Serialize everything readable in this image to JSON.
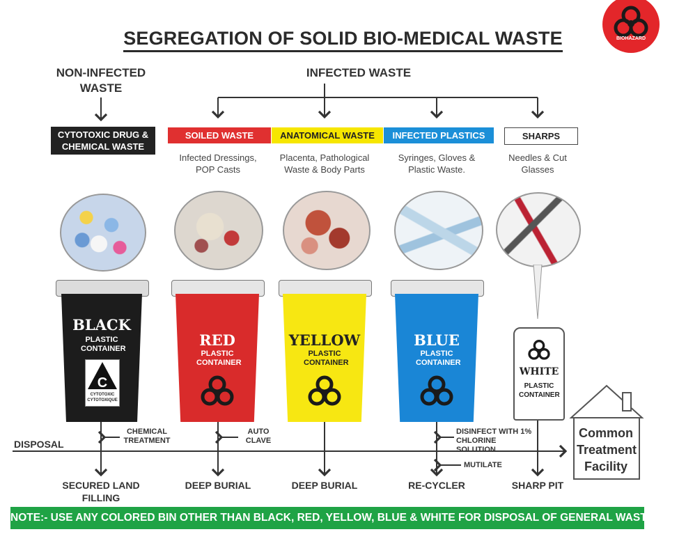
{
  "title": "SEGREGATION OF SOLID BIO-MEDICAL WASTE",
  "biohazard_badge": "BIOHAZARD",
  "non_infected_header": "NON-INFECTED WASTE",
  "infected_header": "INFECTED WASTE",
  "categories": [
    {
      "label": "CYTOTOXIC DRUG & CHEMICAL WASTE",
      "label_bg": "#222222",
      "label_fg": "#ffffff",
      "description": "",
      "bin_color": "BLACK",
      "bin_sub": "PLASTIC CONTAINER",
      "bin_fill": "#1c1c1c",
      "bin_text": "#ffffff",
      "image": "pills-image",
      "symbol_text": "C",
      "symbol_caption": "CYTOTOXIC CYTOTOXIQUE",
      "treatment": "CHEMICAL TREATMENT",
      "destination": "SECURED LAND FILLING"
    },
    {
      "label": "SOILED WASTE",
      "label_bg": "#e03030",
      "label_fg": "#ffffff",
      "description": "Infected Dressings, POP Casts",
      "bin_color": "RED",
      "bin_sub": "PLASTIC CONTAINER",
      "bin_fill": "#d92b2b",
      "bin_text": "#ffffff",
      "image": "dressings-image",
      "treatment": "AUTO CLAVE",
      "destination": "DEEP BURIAL"
    },
    {
      "label": "ANATOMICAL WASTE",
      "label_bg": "#f6e600",
      "label_fg": "#222222",
      "description": "Placenta, Pathological Waste & Body Parts",
      "bin_color": "YELLOW",
      "bin_sub": "PLASTIC CONTAINER",
      "bin_fill": "#f7e712",
      "bin_text": "#222222",
      "image": "body-parts-image",
      "treatment": "",
      "destination": "DEEP BURIAL"
    },
    {
      "label": "INFECTED PLASTICS",
      "label_bg": "#1b8fd8",
      "label_fg": "#ffffff",
      "description": "Syringes, Gloves & Plastic Waste.",
      "bin_color": "BLUE",
      "bin_sub": "PLASTIC CONTAINER",
      "bin_fill": "#1a86d6",
      "bin_text": "#ffffff",
      "image": "syringes-image",
      "treatment": "DISINFECT WITH 1% CHLORINE SOLUTION",
      "extra_step": "MUTILATE",
      "destination": "RE-CYCLER"
    },
    {
      "label": "SHARPS",
      "label_bg": "#ffffff",
      "label_fg": "#222222",
      "description": "Needles & Cut Glasses",
      "bin_color": "WHITE",
      "bin_sub": "PLASTIC CONTAINER",
      "bin_fill": "#ffffff",
      "bin_text": "#222222",
      "image": "needles-image",
      "treatment": "",
      "destination": "SHARP PIT"
    }
  ],
  "disposal_label": "DISPOSAL",
  "facility_label": "Common Treatment Facility",
  "note": "NOTE:- USE ANY COLORED BIN OTHER THAN BLACK, RED, YELLOW, BLUE & WHITE FOR DISPOSAL OF GENERAL WASTE",
  "colors": {
    "line": "#333333",
    "note_bg": "#1fa345",
    "badge": "#e3262a"
  }
}
